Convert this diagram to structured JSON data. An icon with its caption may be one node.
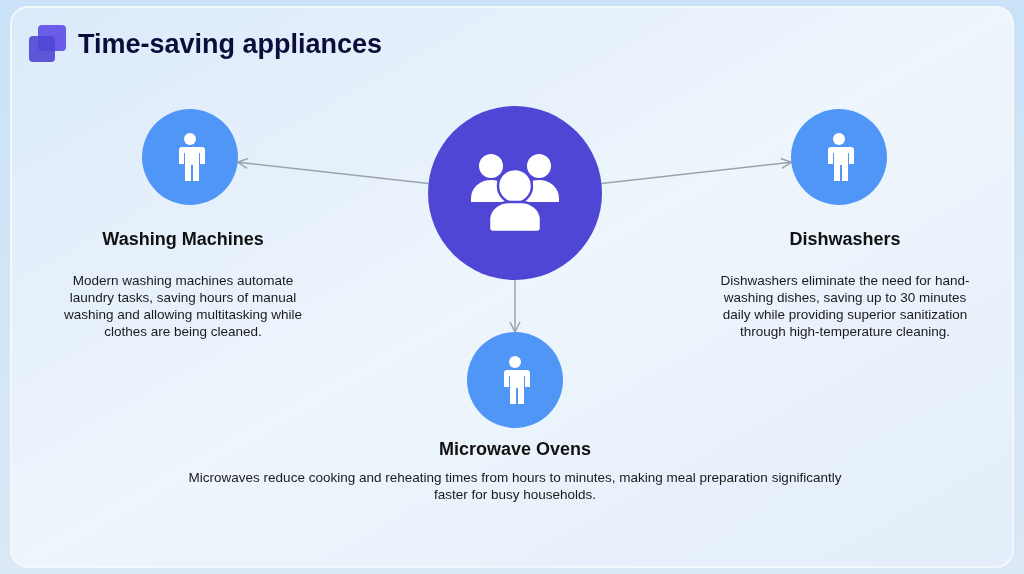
{
  "diagram": {
    "title": "Time-saving appliances",
    "nodes": [
      {
        "text": [],
        "shape": "circle"
      },
      {
        "text": [
          "Washing Machines",
          "Modern washing machines automate laundry tasks, saving hours of manual washing and allowing multitasking while clothes are being cleaned."
        ]
      },
      {
        "text": [
          "Dishwashers",
          "Dishwashers eliminate the need for hand-washing dishes, saving up to 30 minutes daily while providing superior sanitization through high-temperature cleaning."
        ]
      },
      {
        "text": [
          "Microwave Ovens",
          "Microwaves reduce cooking and reheating times from hours to minutes, making meal preparation significantly faster for busy households."
        ]
      }
    ],
    "edges": [
      {
        "from": 0,
        "to": 1,
        "arrow": "to"
      },
      {
        "from": 0,
        "to": 2,
        "arrow": "to"
      },
      {
        "from": 0,
        "to": 3,
        "arrow": "to"
      }
    ]
  }
}
